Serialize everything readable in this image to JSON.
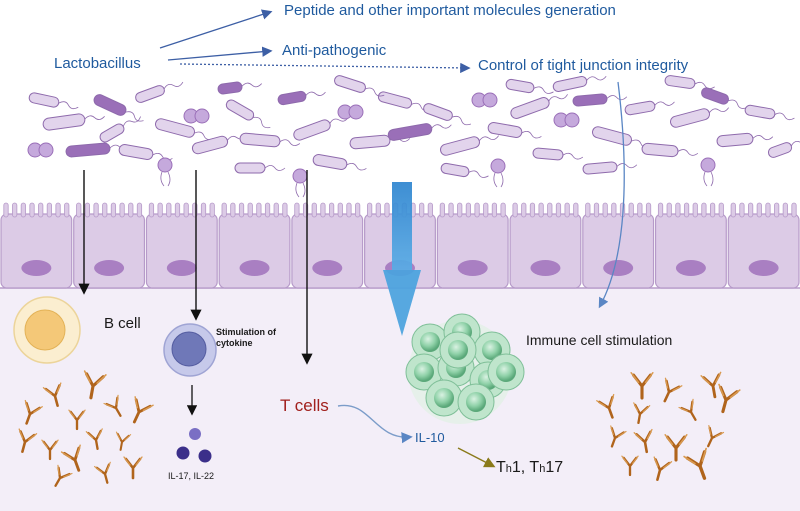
{
  "labels": {
    "source": "Lactobacillus",
    "effect_peptide": "Peptide and other important molecules  generation",
    "effect_anti": "Anti-pathogenic",
    "effect_tight": "Control of tight junction integrity",
    "b_cell": "B cell",
    "stim_cytokine": "Stimulation of cytokine",
    "interleukins_small": "IL-17, IL-22",
    "t_cells": "T cells",
    "il10": "IL-10",
    "th_main": "T",
    "th_sub": "h",
    "th_mid": "1, T",
    "th_end": "17",
    "immune_stim": "Immune cell stimulation"
  },
  "colors": {
    "text_blue": "#1f5a9e",
    "t_cells_red": "#a1201d",
    "epithelium": "#d9c6e3",
    "lamina": "#f3eef8",
    "bacteria": "#d7c5e6",
    "bacteria_dark": "#9a6fb8",
    "arrow_blue": "#3a8fd4",
    "antibody": "#b0641c",
    "b_cell_yellow": "#f7d88e",
    "plasma_blue": "#6f78b8",
    "green_cell": "#7fc79a"
  },
  "icons": [
    "bacteria-icon",
    "epithelial-cell-icon",
    "b-cell-icon",
    "antibody-icon",
    "cytokine-cell-icon",
    "immune-cell-cluster-icon"
  ]
}
